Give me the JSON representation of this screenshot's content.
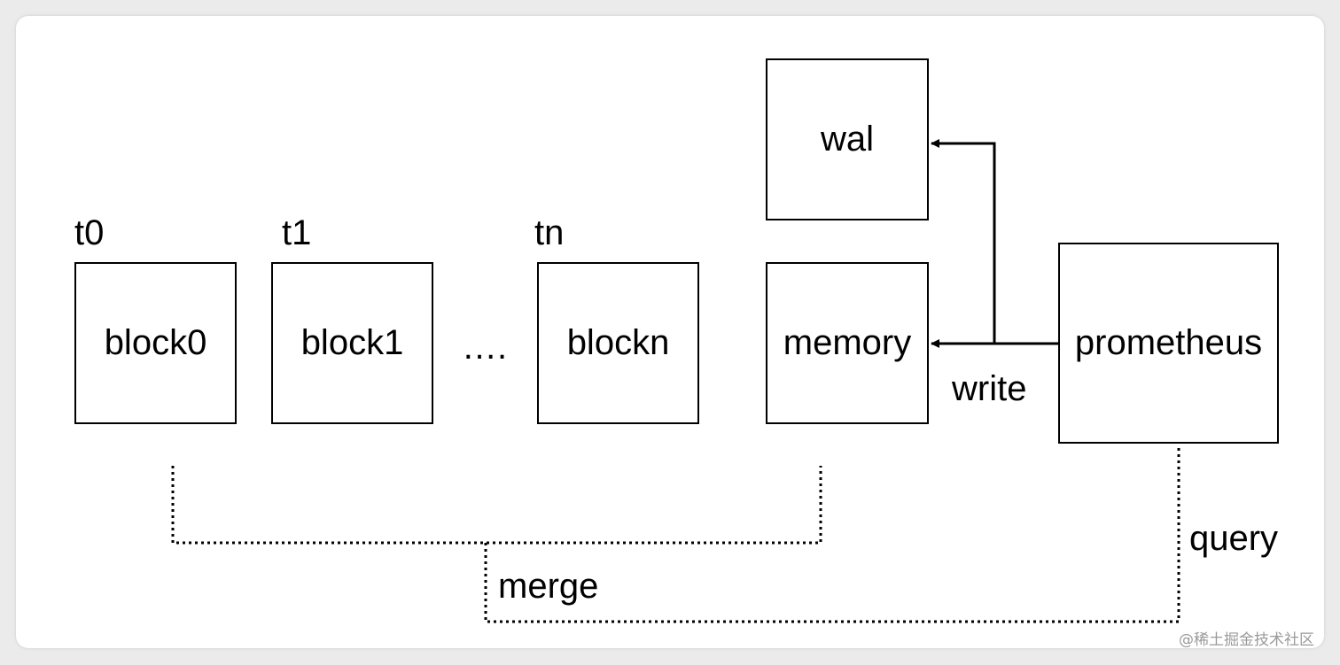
{
  "blocks": {
    "block0": {
      "time_label": "t0",
      "label": "block0"
    },
    "block1": {
      "time_label": "t1",
      "label": "block1"
    },
    "ellipsis": "….",
    "blockn": {
      "time_label": "tn",
      "label": "blockn"
    }
  },
  "storage": {
    "wal": "wal",
    "memory": "memory"
  },
  "client": {
    "prometheus": "prometheus"
  },
  "edges": {
    "write": "write",
    "merge": "merge",
    "query": "query"
  },
  "watermark": "@稀土掘金技术社区"
}
